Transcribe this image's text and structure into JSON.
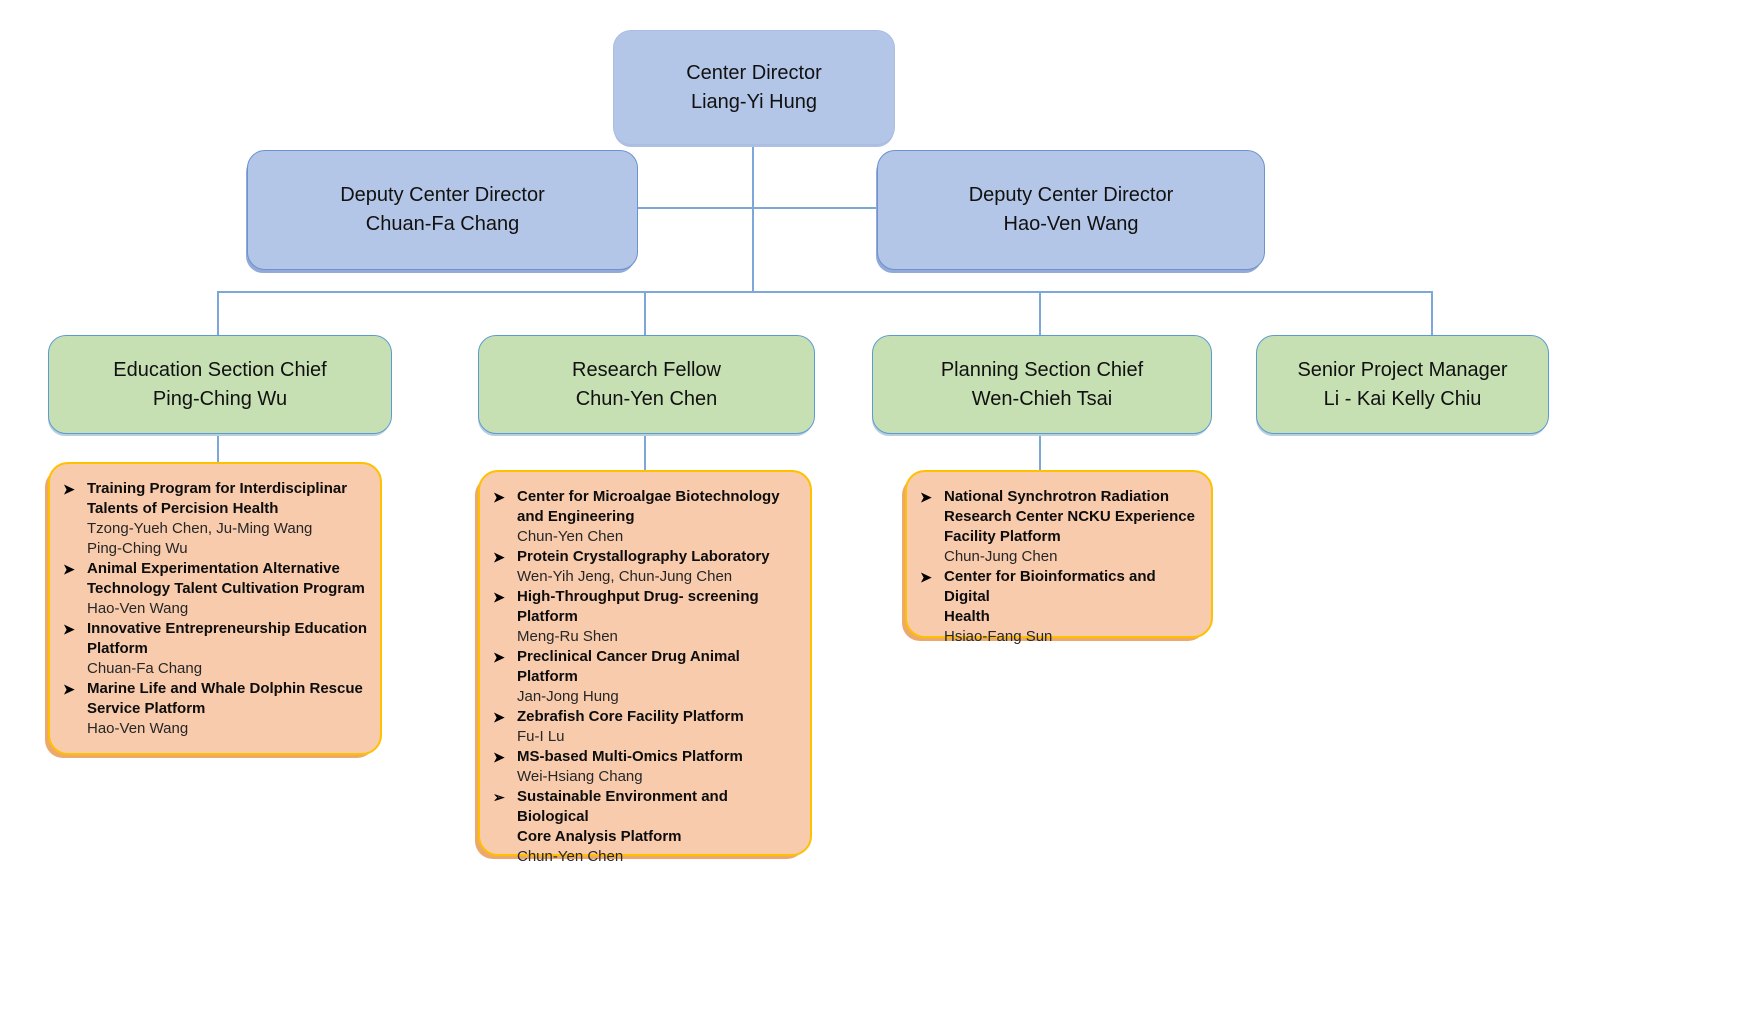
{
  "colors": {
    "level1_fill": "#b4c6e7",
    "level1_border": "#6a93cf",
    "level2_fill": "#c6e0b4",
    "level2_border": "#5b9bd5",
    "panel_fill": "#f8cbad",
    "panel_border": "#ffc000",
    "connector": "#7da7d8",
    "text": "#111111"
  },
  "org": {
    "root": {
      "title": "Center Director",
      "name": "Liang-Yi Hung"
    },
    "deputies": [
      {
        "title": "Deputy Center Director",
        "name": "Chuan-Fa Chang"
      },
      {
        "title": "Deputy Center Director",
        "name": "Hao-Ven Wang"
      }
    ],
    "sections": [
      {
        "title": "Education Section Chief",
        "name": "Ping-Ching Wu",
        "items": [
          {
            "bullet": "➤",
            "title": [
              "Training Program for Interdisciplinar",
              "Talents of Percision Health"
            ],
            "names": [
              "Tzong-Yueh Chen, Ju-Ming Wang",
              "Ping-Ching Wu"
            ]
          },
          {
            "bullet": "➤",
            "title": [
              "Animal Experimentation Alternative",
              "Technology Talent Cultivation Program"
            ],
            "names": [
              "Hao-Ven Wang"
            ]
          },
          {
            "bullet": "➤",
            "title": [
              "Innovative Entrepreneurship Education",
              "Platform"
            ],
            "names": [
              "Chuan-Fa Chang"
            ]
          },
          {
            "bullet": "➤",
            "title": [
              "Marine Life and Whale Dolphin Rescue",
              "Service Platform"
            ],
            "names": [
              "Hao-Ven Wang"
            ]
          }
        ]
      },
      {
        "title": "Research Fellow",
        "name": "Chun-Yen Chen",
        "items": [
          {
            "bullet": "➤",
            "title": [
              "Center for Microalgae Biotechnology",
              "and Engineering"
            ],
            "names": [
              "Chun-Yen Chen"
            ]
          },
          {
            "bullet": "➤",
            "title": [
              "Protein Crystallography Laboratory"
            ],
            "names": [
              "Wen-Yih Jeng, Chun-Jung Chen"
            ]
          },
          {
            "bullet": "➤",
            "title": [
              "High-Throughput Drug- screening",
              "Platform"
            ],
            "names": [
              "Meng-Ru Shen"
            ]
          },
          {
            "bullet": "➤",
            "title": [
              "Preclinical Cancer Drug Animal Platform"
            ],
            "names": [
              "Jan-Jong Hung"
            ]
          },
          {
            "bullet": "➤",
            "title": [
              "Zebrafish Core Facility Platform"
            ],
            "names": [
              "Fu-I Lu"
            ]
          },
          {
            "bullet": "➤",
            "title": [
              "MS-based Multi-Omics Platform"
            ],
            "names": [
              "Wei-Hsiang Chang"
            ]
          },
          {
            "bullet": "➢",
            "title": [
              "Sustainable Environment and Biological",
              "Core Analysis Platform"
            ],
            "names": [
              "Chun-Yen Chen"
            ]
          }
        ]
      },
      {
        "title": "Planning Section Chief",
        "name": "Wen-Chieh Tsai",
        "items": [
          {
            "bullet": "➤",
            "title": [
              "National Synchrotron Radiation",
              "Research Center NCKU Experience",
              "Facility Platform"
            ],
            "names": [
              "Chun-Jung Chen"
            ]
          },
          {
            "bullet": "➤",
            "title": [
              "Center for Bioinformatics and Digital",
              "Health"
            ],
            "names": [
              "Hsiao-Fang Sun"
            ]
          }
        ]
      },
      {
        "title": "Senior Project Manager",
        "name": "Li - Kai Kelly Chiu",
        "items": []
      }
    ]
  }
}
